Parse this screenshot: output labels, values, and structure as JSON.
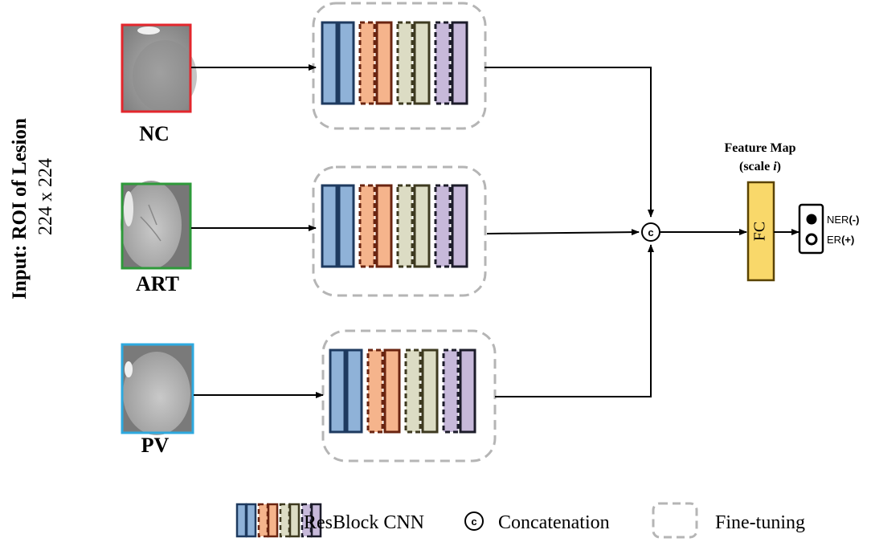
{
  "input_label": {
    "title": "Input:  ROI of Lesion",
    "size": "224 x 224"
  },
  "phases": [
    {
      "label": "NC",
      "border_color": "#e3262c"
    },
    {
      "label": "ART",
      "border_color": "#2e9a3a"
    },
    {
      "label": "PV",
      "border_color": "#2ea9df"
    }
  ],
  "resblock_colors": [
    {
      "fill": "#8fb2d8",
      "stroke": "#1e3a5f"
    },
    {
      "fill": "#f5b48c",
      "stroke": "#6a2410"
    },
    {
      "fill": "#dcdcc4",
      "stroke": "#3e3a20"
    },
    {
      "fill": "#c7b9da",
      "stroke": "#1c1c2a"
    }
  ],
  "concat_symbol": "c",
  "feature_map": {
    "title_line1": "Feature Map",
    "title_line2_prefix": "(scale ",
    "title_line2_italic": "i",
    "title_line2_suffix": ")"
  },
  "fc": {
    "label": "FC",
    "fill": "#f9d86a",
    "stroke": "#5a4300"
  },
  "outputs": [
    {
      "label_main": "NER",
      "label_sign": "(-)"
    },
    {
      "label_main": "ER",
      "label_sign": "(+)"
    }
  ],
  "legend": {
    "resblock_label": "ResBlock CNN",
    "concat_label": "Concatenation",
    "finetune_label": "Fine-tuning"
  }
}
